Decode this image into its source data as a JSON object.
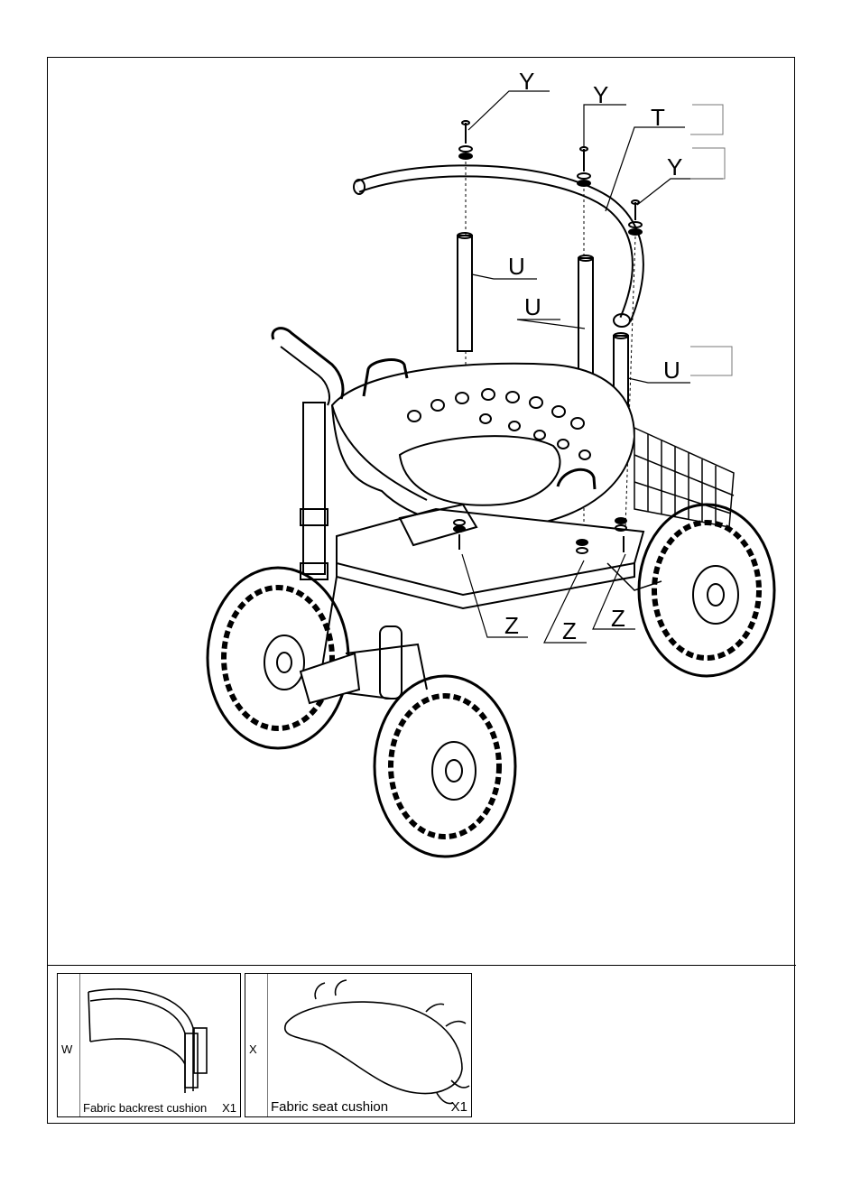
{
  "diagram": {
    "labels": {
      "y1": "Y",
      "y2": "Y",
      "t": "T",
      "y3": "Y",
      "u1": "U",
      "u2": "U",
      "u3": "U",
      "z1": "Z",
      "z2": "Z",
      "z3": "Z"
    }
  },
  "parts": [
    {
      "letter": "W",
      "name": "Fabric backrest cushion",
      "qty": "X1"
    },
    {
      "letter": "X",
      "name": "Fabric seat cushion",
      "qty": "X1"
    }
  ]
}
